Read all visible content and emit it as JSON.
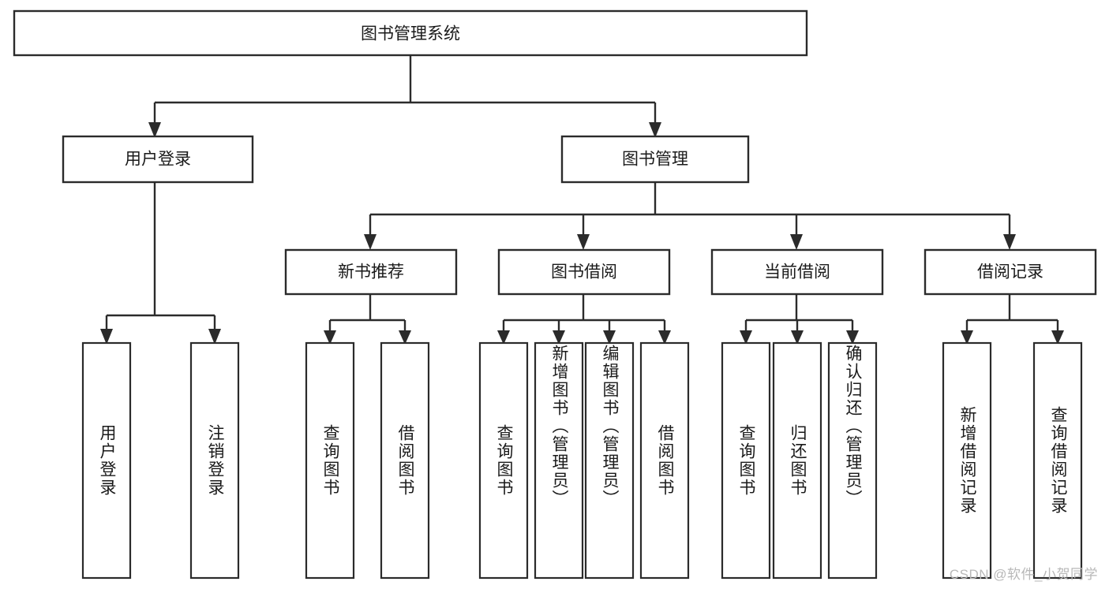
{
  "diagram": {
    "title": "图书管理系统",
    "type": "hierarchy-tree",
    "root": {
      "id": "root",
      "label": "图书管理系统",
      "orientation": "horizontal"
    },
    "level2": [
      {
        "id": "user-login",
        "label": "用户登录",
        "orientation": "horizontal"
      },
      {
        "id": "book-management",
        "label": "图书管理",
        "orientation": "horizontal"
      }
    ],
    "level3": [
      {
        "id": "new-book-recommend",
        "label": "新书推荐",
        "orientation": "horizontal",
        "parent": "book-management"
      },
      {
        "id": "book-borrow",
        "label": "图书借阅",
        "orientation": "horizontal",
        "parent": "book-management"
      },
      {
        "id": "current-borrow",
        "label": "当前借阅",
        "orientation": "horizontal",
        "parent": "book-management"
      },
      {
        "id": "borrow-record",
        "label": "借阅记录",
        "orientation": "horizontal",
        "parent": "book-management"
      }
    ],
    "leaves": [
      {
        "id": "leaf-user-login",
        "label": "用户登录",
        "orientation": "vertical",
        "parent": "user-login"
      },
      {
        "id": "leaf-user-logout",
        "label": "注销登录",
        "orientation": "vertical",
        "parent": "user-login"
      },
      {
        "id": "leaf-query-book-1",
        "label": "查询图书",
        "orientation": "vertical",
        "parent": "new-book-recommend"
      },
      {
        "id": "leaf-borrow-book-1",
        "label": "借阅图书",
        "orientation": "vertical",
        "parent": "new-book-recommend"
      },
      {
        "id": "leaf-query-book-2",
        "label": "查询图书",
        "orientation": "vertical",
        "parent": "book-borrow"
      },
      {
        "id": "leaf-add-book",
        "label": "新增图书（管理员）",
        "orientation": "vertical",
        "parent": "book-borrow"
      },
      {
        "id": "leaf-edit-book",
        "label": "编辑图书（管理员）",
        "orientation": "vertical",
        "parent": "book-borrow"
      },
      {
        "id": "leaf-borrow-book-2",
        "label": "借阅图书",
        "orientation": "vertical",
        "parent": "book-borrow"
      },
      {
        "id": "leaf-query-book-3",
        "label": "查询图书",
        "orientation": "vertical",
        "parent": "current-borrow"
      },
      {
        "id": "leaf-return-book",
        "label": "归还图书",
        "orientation": "vertical",
        "parent": "current-borrow"
      },
      {
        "id": "leaf-confirm-return",
        "label": "确认归还（管理员）",
        "orientation": "vertical",
        "parent": "current-borrow"
      },
      {
        "id": "leaf-add-record",
        "label": "新增借阅记录",
        "orientation": "vertical",
        "parent": "borrow-record"
      },
      {
        "id": "leaf-query-record",
        "label": "查询借阅记录",
        "orientation": "vertical",
        "parent": "borrow-record"
      }
    ]
  },
  "watermark": {
    "text": "CSDN @软件_小贺同学"
  },
  "colors": {
    "stroke": "#2b2b2b",
    "fill": "#ffffff",
    "text": "#1a1a1a",
    "watermark": "#b8b8b8"
  }
}
